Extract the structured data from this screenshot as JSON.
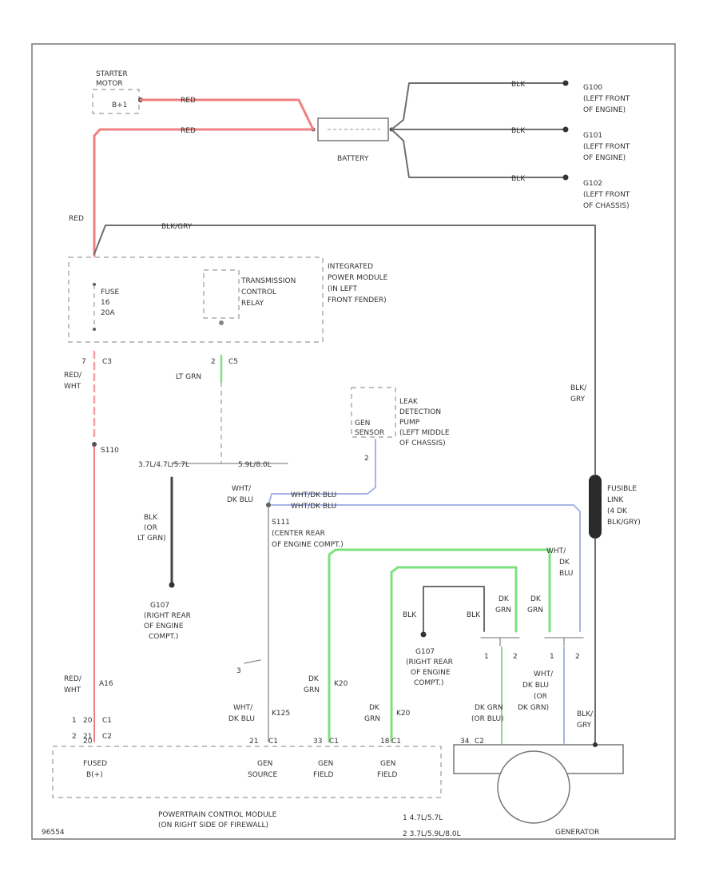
{
  "colors": {
    "red": "#f08080",
    "red_dash": "#f4a0a0",
    "green": "#7fe07f",
    "blue": "#a9b4e6",
    "black": "#5a5a5a",
    "frame": "#777777"
  },
  "labels": {
    "starter_motor": [
      "STARTER",
      "MOTOR"
    ],
    "starter_pin": "B+1",
    "red_1": "RED",
    "red_2": "RED",
    "red_3": "RED",
    "battery": "BATTERY",
    "blk_1": "BLK",
    "blk_2": "BLK",
    "blk_3": "BLK",
    "g100": [
      "G100",
      "(LEFT FRONT",
      "OF ENGINE)"
    ],
    "g101": [
      "G101",
      "(LEFT FRONT",
      "OF ENGINE)"
    ],
    "g102": [
      "G102",
      "(LEFT FRONT",
      "OF CHASSIS)"
    ],
    "blk_gry_top": "BLK/GRY",
    "ipm": [
      "INTEGRATED",
      "POWER MODULE",
      "(IN LEFT",
      "FRONT FENDER)"
    ],
    "trans_relay": [
      "TRANSMISSION",
      "CONTROL",
      "RELAY"
    ],
    "fuse": [
      "FUSE",
      "16",
      "20A"
    ],
    "c3_pin": "7",
    "c3": "C3",
    "c5_pin": "2",
    "c5": "C5",
    "red_wht": [
      "RED/",
      "WHT"
    ],
    "lt_grn": "LT GRN",
    "s110": "S110",
    "leak_pump": [
      "LEAK",
      "DETECTION",
      "PUMP",
      "(LEFT MIDDLE",
      "OF CHASSIS)"
    ],
    "gen_sensor": [
      "GEN",
      "SENSOR"
    ],
    "leak_pin": "2",
    "note_1": "3.7L/4.7L/5.7L",
    "note_2": "5.9L/8.0L",
    "blk_or_ltgrn": [
      "BLK",
      "(OR",
      "LT GRN)"
    ],
    "g107_a": [
      "G107",
      "(RIGHT REAR",
      "OF ENGINE",
      "COMPT.)"
    ],
    "wht_dkblu_left": [
      "WHT/",
      "DK BLU"
    ],
    "wht_dkblu_1": "WHT/DK BLU",
    "wht_dkblu_2": "WHT/DK BLU",
    "s111": [
      "S111",
      "(CENTER REAR",
      "OF ENGINE COMPT.)"
    ],
    "blk_gry_right": [
      "BLK/",
      "GRY"
    ],
    "fusible_link": [
      "FUSIBLE",
      "LINK",
      "(4 DK",
      "BLK/GRY)"
    ],
    "wht_dkblu_right": [
      "WHT/",
      "DK",
      "BLU"
    ],
    "dk_grn_1": [
      "DK",
      "GRN"
    ],
    "dk_grn_2": [
      "DK",
      "GRN"
    ],
    "blk_mid": "BLK",
    "blk_mid2": "BLK",
    "g107_b": [
      "G107",
      "(RIGHT REAR",
      "OF ENGINE",
      "COMPT.)"
    ],
    "pin_1a": "1",
    "pin_2a": "2",
    "pin_1b": "1",
    "pin_2b": "2",
    "pcm_pin_3": "3",
    "red_wht_lower": [
      "RED/",
      "WHT"
    ],
    "ckt_a16": "A16",
    "c1_pin": "1",
    "c1_num": "20",
    "c1": "C1",
    "c2_pin": "2",
    "c2_num": "21",
    "c2": "C2",
    "dk_grn_ckt1": [
      "DK",
      "GRN"
    ],
    "ckt_k20_1": "K20",
    "dk_grn_ckt2": [
      "DK",
      "GRN"
    ],
    "ckt_k20_2": "K20",
    "wht_dkblu_pcm": [
      "WHT/",
      "DK BLU"
    ],
    "ckt_k125": "K125",
    "dk_grn_or_blu": [
      "DK GRN",
      "(OR BLU)"
    ],
    "wht_dkblu_or_grn": [
      "WHT/",
      "DK BLU",
      "(OR",
      "DK GRN)"
    ],
    "blk_gry_gen": [
      "BLK/",
      "GRY"
    ],
    "pcm_pin_20": "20",
    "pcm_pin_21": "21",
    "pcm_pin_c1": "C1",
    "pcm_pin_33": "33",
    "pcm_pin_c1b": "C1",
    "pcm_pin_18": "18",
    "pcm_pin_c1c": "C1",
    "pcm_pin_34": "34",
    "pcm_pin_c2": "C2",
    "fused_b": [
      "FUSED",
      "B(+)"
    ],
    "gen_source": [
      "GEN",
      "SOURCE"
    ],
    "gen_field_1": [
      "GEN",
      "FIELD"
    ],
    "gen_field_2": [
      "GEN",
      "FIELD"
    ],
    "pcm": [
      "POWERTRAIN CONTROL MODULE",
      "(ON RIGHT SIDE OF FIREWALL)"
    ],
    "footnote_1": "1  4.7L/5.7L",
    "footnote_2": "2  3.7L/5.9L/8.0L",
    "generator": "GENERATOR",
    "fig_id": "96554"
  }
}
